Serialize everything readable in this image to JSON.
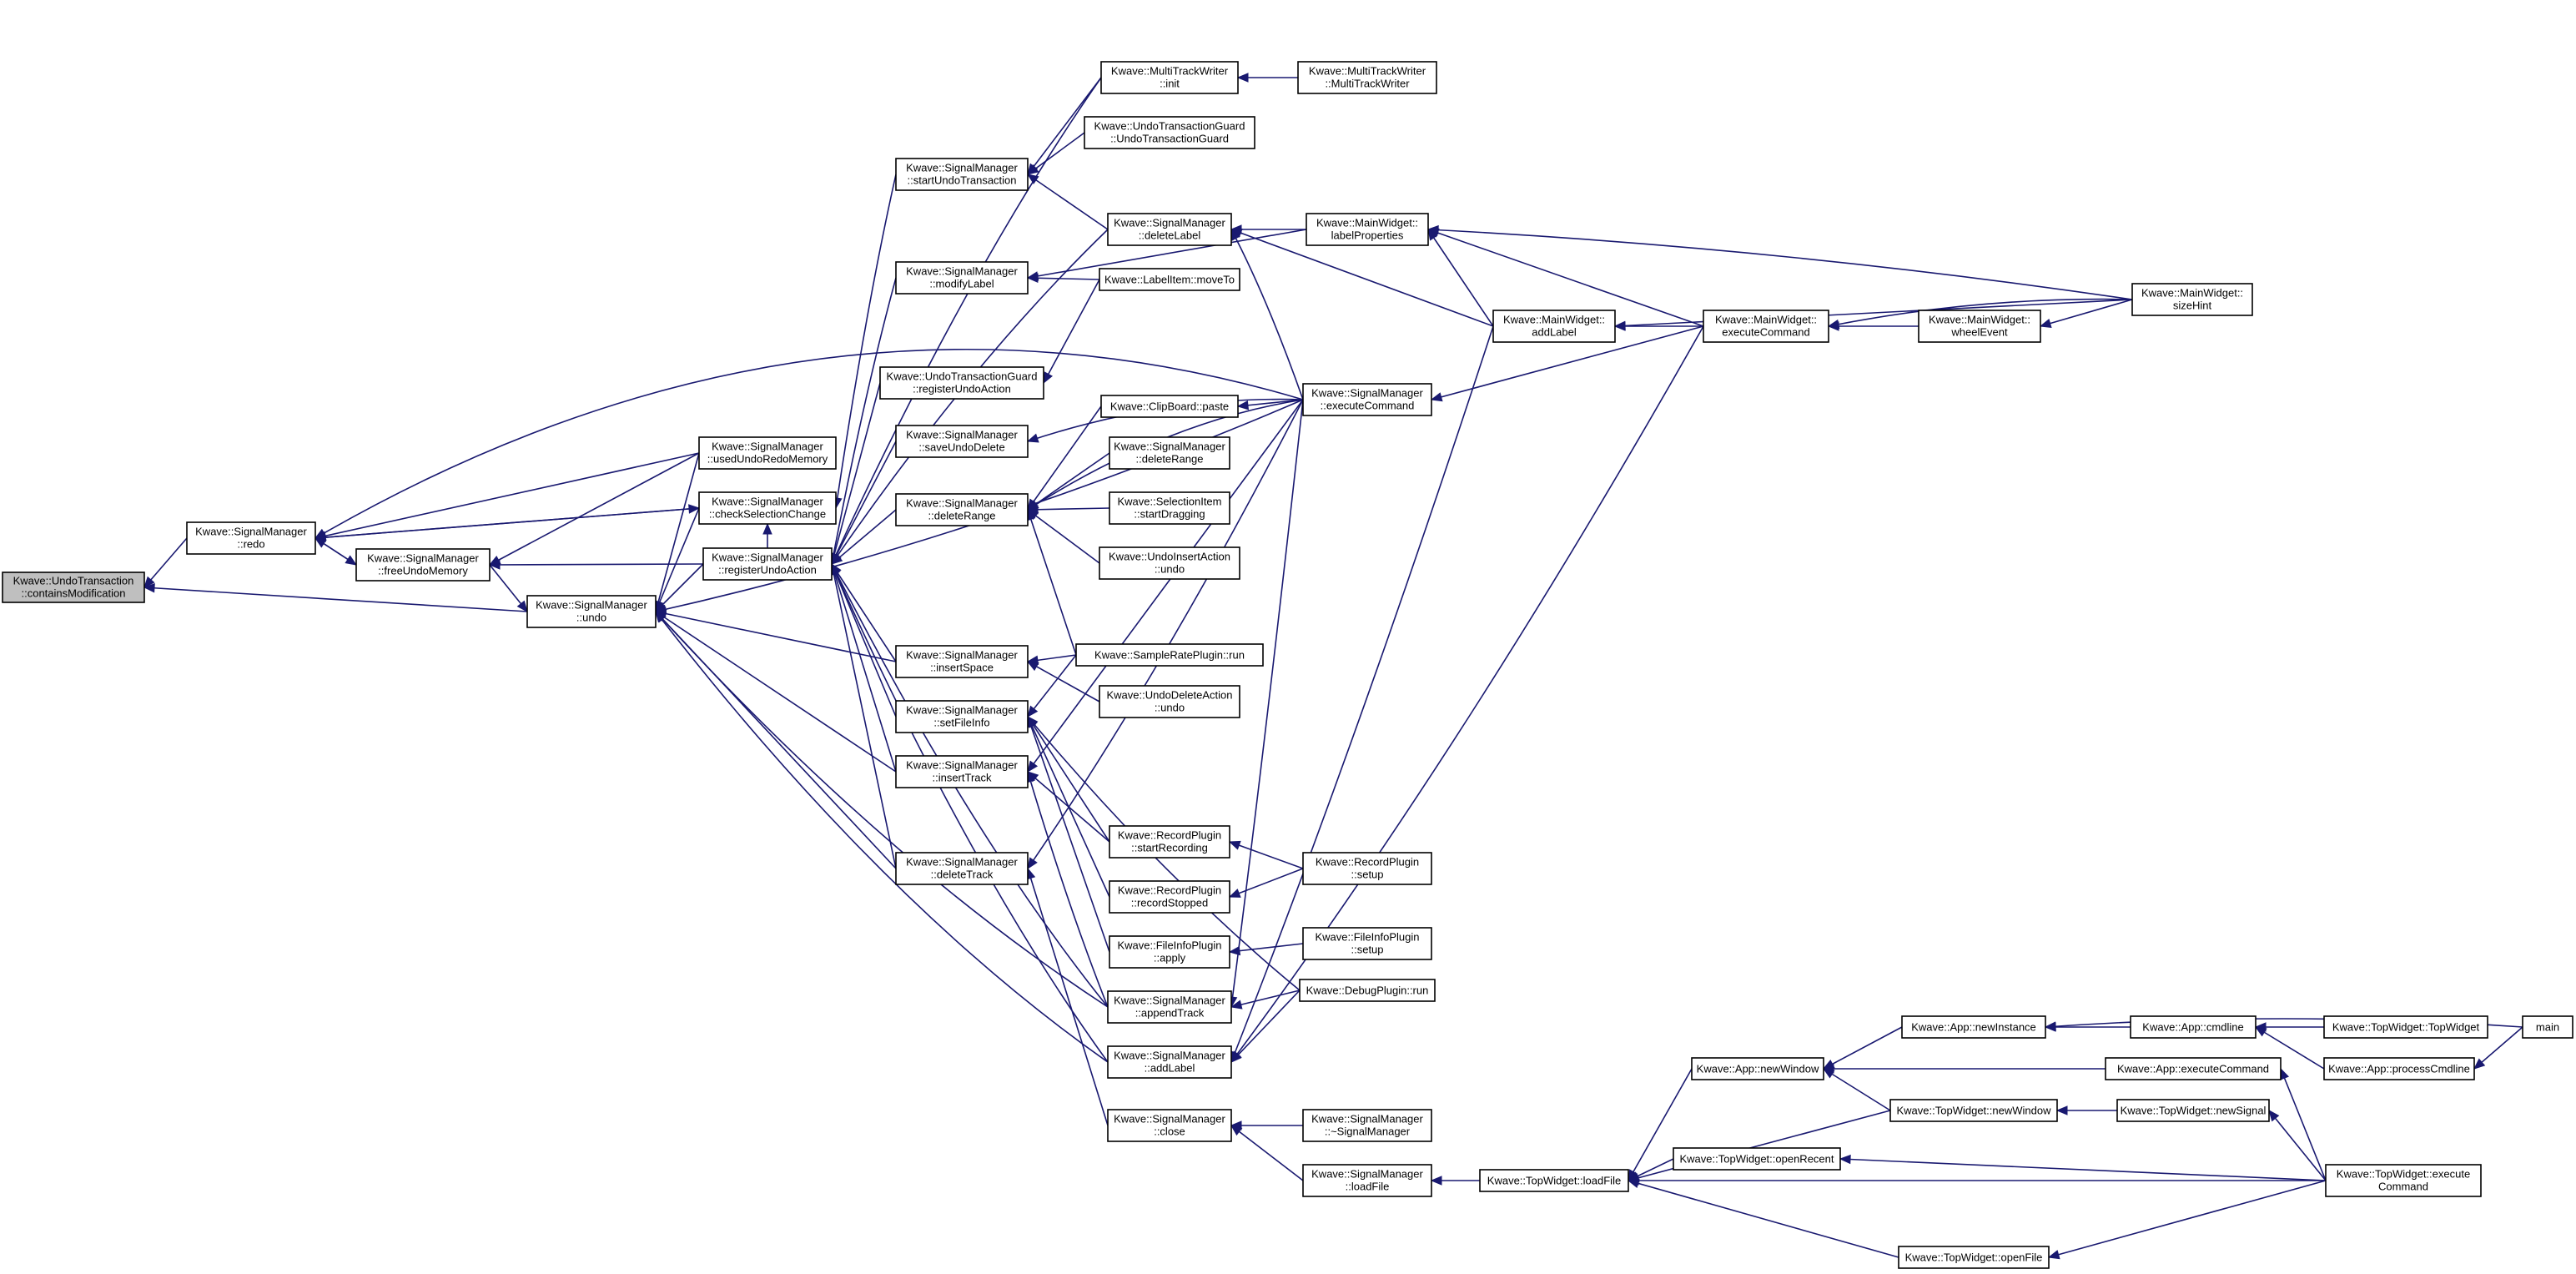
{
  "title": "",
  "colors": {
    "edge": "#191970",
    "root_fill": "#bfbfbf",
    "node_fill": "#ffffff",
    "node_stroke": "#000000"
  },
  "nodes": {
    "containsModification": [
      "Kwave::UndoTransaction",
      "::containsModification"
    ],
    "redo": [
      "Kwave::SignalManager",
      "::redo"
    ],
    "undo": [
      "Kwave::SignalManager",
      "::undo"
    ],
    "freeUndoMemory": [
      "Kwave::SignalManager",
      "::freeUndoMemory"
    ],
    "usedUndoRedoMemory": [
      "Kwave::SignalManager",
      "::usedUndoRedoMemory"
    ],
    "checkSelectionChange": [
      "Kwave::SignalManager",
      "::checkSelectionChange"
    ],
    "registerUndoAction": [
      "Kwave::SignalManager",
      "::registerUndoAction"
    ],
    "startUndoTransaction": [
      "Kwave::SignalManager",
      "::startUndoTransaction"
    ],
    "modifyLabel": [
      "Kwave::SignalManager",
      "::modifyLabel"
    ],
    "utgRegisterUndoAction": [
      "Kwave::UndoTransactionGuard",
      "::registerUndoAction"
    ],
    "saveUndoDelete": [
      "Kwave::SignalManager",
      "::saveUndoDelete"
    ],
    "deleteRange": [
      "Kwave::SignalManager",
      "::deleteRange"
    ],
    "insertSpace": [
      "Kwave::SignalManager",
      "::insertSpace"
    ],
    "setFileInfo": [
      "Kwave::SignalManager",
      "::setFileInfo"
    ],
    "insertTrack": [
      "Kwave::SignalManager",
      "::insertTrack"
    ],
    "deleteTrack": [
      "Kwave::SignalManager",
      "::deleteTrack"
    ],
    "mtwInit": [
      "Kwave::MultiTrackWriter",
      "::init"
    ],
    "utgCtor": [
      "Kwave::UndoTransactionGuard",
      "::UndoTransactionGuard"
    ],
    "deleteLabel": [
      "Kwave::SignalManager",
      "::deleteLabel"
    ],
    "labelItemMoveTo": [
      "Kwave::LabelItem::moveTo"
    ],
    "clipBoardPaste": [
      "Kwave::ClipBoard::paste"
    ],
    "smDeleteRange2": [
      "Kwave::SignalManager",
      "::deleteRange"
    ],
    "selectionItemStartDragging": [
      "Kwave::SelectionItem",
      "::startDragging"
    ],
    "undoInsertActionUndo": [
      "Kwave::UndoInsertAction",
      "::undo"
    ],
    "sampleRatePluginRun": [
      "Kwave::SampleRatePlugin::run"
    ],
    "undoDeleteActionUndo": [
      "Kwave::UndoDeleteAction",
      "::undo"
    ],
    "recordPluginStartRecording": [
      "Kwave::RecordPlugin",
      "::startRecording"
    ],
    "recordPluginRecordStopped": [
      "Kwave::RecordPlugin",
      "::recordStopped"
    ],
    "fileInfoPluginApply": [
      "Kwave::FileInfoPlugin",
      "::apply"
    ],
    "appendTrack": [
      "Kwave::SignalManager",
      "::appendTrack"
    ],
    "addLabelSM": [
      "Kwave::SignalManager",
      "::addLabel"
    ],
    "smClose": [
      "Kwave::SignalManager",
      "::close"
    ],
    "mtwCtor": [
      "Kwave::MultiTrackWriter",
      "::MultiTrackWriter"
    ],
    "mwLabelProperties": [
      "Kwave::MainWidget::",
      "labelProperties"
    ],
    "smExecuteCommand": [
      "Kwave::SignalManager",
      "::executeCommand"
    ],
    "recordPluginSetup": [
      "Kwave::RecordPlugin",
      "::setup"
    ],
    "fileInfoPluginSetup": [
      "Kwave::FileInfoPlugin",
      "::setup"
    ],
    "debugPluginRun": [
      "Kwave::DebugPlugin::run"
    ],
    "smDtor": [
      "Kwave::SignalManager",
      "::~SignalManager"
    ],
    "smLoadFile": [
      "Kwave::SignalManager",
      "::loadFile"
    ],
    "mwAddLabel": [
      "Kwave::MainWidget::",
      "addLabel"
    ],
    "twLoadFile": [
      "Kwave::TopWidget::loadFile"
    ],
    "mwExecuteCommand": [
      "Kwave::MainWidget::",
      "executeCommand"
    ],
    "appNewWindow": [
      "Kwave::App::newWindow"
    ],
    "twOpenRecent": [
      "Kwave::TopWidget::openRecent"
    ],
    "mwWheelEvent": [
      "Kwave::MainWidget::",
      "wheelEvent"
    ],
    "appNewInstance": [
      "Kwave::App::newInstance"
    ],
    "twNewWindow": [
      "Kwave::TopWidget::newWindow"
    ],
    "twOpenFile": [
      "Kwave::TopWidget::openFile"
    ],
    "mwSizeHint": [
      "Kwave::MainWidget::",
      "sizeHint"
    ],
    "appCmdline": [
      "Kwave::App::cmdline"
    ],
    "appExecuteCommand": [
      "Kwave::App::executeCommand"
    ],
    "twNewSignal": [
      "Kwave::TopWidget::newSignal"
    ],
    "twTopWidget": [
      "Kwave::TopWidget::TopWidget"
    ],
    "appProcessCmdline": [
      "Kwave::App::processCmdline"
    ],
    "twExecuteCommand": [
      "Kwave::TopWidget::execute",
      "Command"
    ],
    "main": [
      "main"
    ]
  }
}
